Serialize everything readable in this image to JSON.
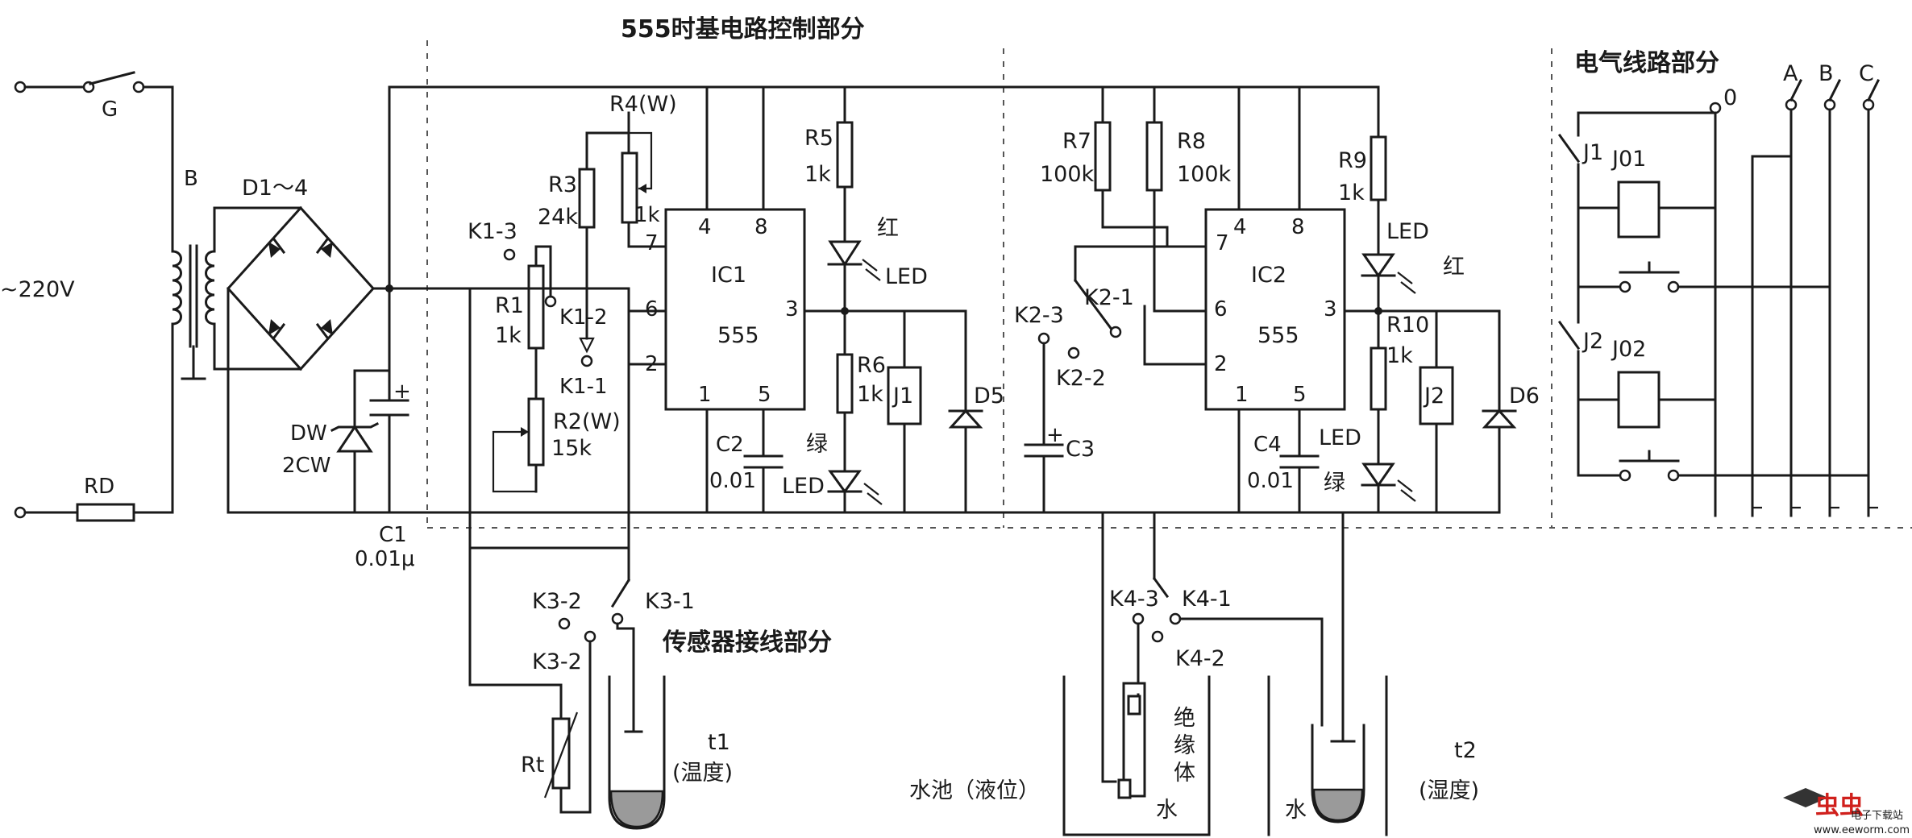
{
  "sections": {
    "control": "555时基电路控制部分",
    "electrical": "电气线路部分",
    "sensor": "传感器接线部分"
  },
  "power": {
    "mains": "~220V",
    "switch": "G",
    "transformer": "B",
    "bridge": "D1～4",
    "fuse": "RD",
    "zener": "DW",
    "zener_value": "2CW",
    "cap": "C1",
    "cap_value": "0.01μ"
  },
  "ic1": {
    "name": "IC1",
    "type": "555",
    "pins": [
      "4",
      "8",
      "7",
      "6",
      "3",
      "2",
      "1",
      "5"
    ]
  },
  "ic2": {
    "name": "IC2",
    "type": "555",
    "pins": [
      "4",
      "8",
      "7",
      "6",
      "3",
      "2",
      "1",
      "5"
    ]
  },
  "left_components": {
    "r4": "R4(W)",
    "r3": "R3",
    "r3_value": "24k",
    "r4_value": "1k",
    "r1": "R1",
    "r1_value": "1k",
    "r2": "R2(W)",
    "r2_value": "15k",
    "k1_3": "K1-3",
    "k1_2": "K1-2",
    "k1_1": "K1-1",
    "r5": "R5",
    "r5_value": "1k",
    "red": "红",
    "led": "LED",
    "r6": "R6",
    "r6_value": "1k",
    "j1": "J1",
    "d5": "D5",
    "c2": "C2",
    "c2_value": "0.01",
    "green": "绿",
    "led2": "LED"
  },
  "right_components": {
    "r7": "R7",
    "r7_value": "100k",
    "r8": "R8",
    "r8_value": "100k",
    "r9": "R9",
    "r9_value": "1k",
    "led": "LED",
    "red": "红",
    "k2_1": "K2-1",
    "k2_3": "K2-3",
    "k2_2": "K2-2",
    "c3": "C3",
    "r10": "R10",
    "r10_value": "1k",
    "j2": "J2",
    "d6": "D6",
    "c4": "C4",
    "c4_value": "0.01",
    "led2": "LED",
    "green": "绿"
  },
  "electrical": {
    "zero": "0",
    "a": "A",
    "b": "B",
    "c": "C",
    "j1": "J1",
    "j01": "J01",
    "j2": "J2",
    "j02": "J02"
  },
  "sensor": {
    "k3_2a": "K3-2",
    "k3_1": "K3-1",
    "k3_2b": "K3-2",
    "rt": "Rt",
    "t1": "t1",
    "t1_desc": "(温度)",
    "k4_3": "K4-3",
    "k4_1": "K4-1",
    "k4_2": "K4-2",
    "insulator": [
      "绝",
      "缘",
      "体"
    ],
    "pool": "水池（液位）",
    "water1": "水",
    "water2": "水",
    "t2": "t2",
    "t2_desc": "(湿度)"
  },
  "watermark": {
    "brand": "电子下载站",
    "url": "www.eeworm.com"
  }
}
